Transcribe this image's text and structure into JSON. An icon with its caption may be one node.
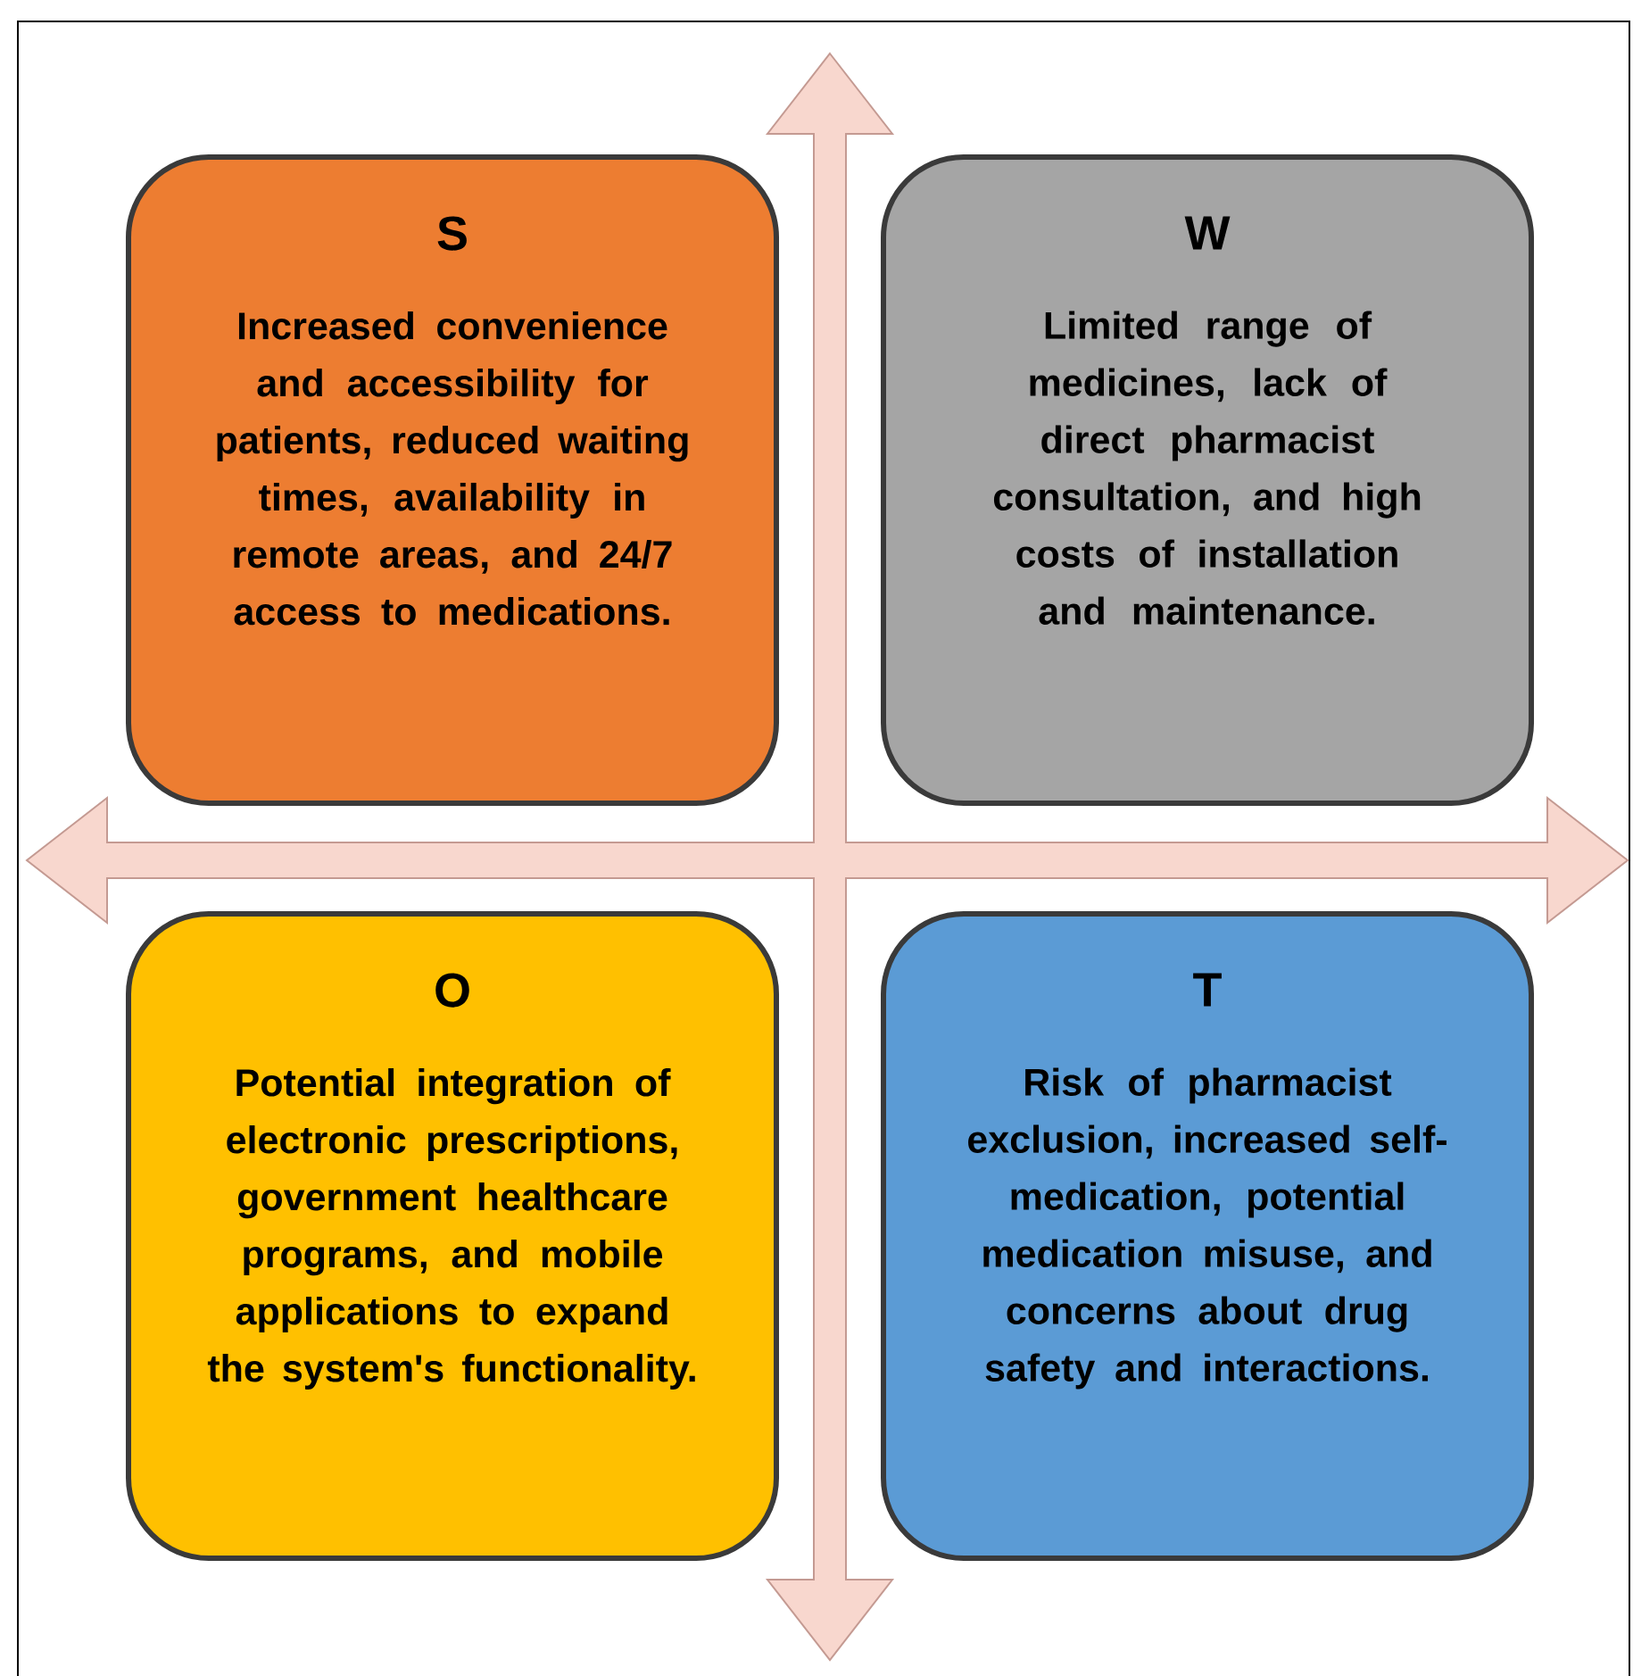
{
  "diagram": {
    "nodes": [
      {
        "text": [
          "S",
          "Increased convenience and accessibility for patients, reduced waiting times, availability in remote areas, and 24/7 access to medications."
        ]
      },
      {
        "text": [
          "W",
          "Limited range of medicines, lack of direct pharmacist consultation, and high costs of installation and maintenance."
        ]
      },
      {
        "text": [
          "O",
          "Potential integration of electronic prescriptions, government healthcare programs, and mobile applications to expand the system's functionality."
        ]
      },
      {
        "text": [
          "T",
          "Risk of pharmacist exclusion, increased self-medication, potential medication misuse, and concerns about drug safety and interactions."
        ]
      }
    ]
  }
}
